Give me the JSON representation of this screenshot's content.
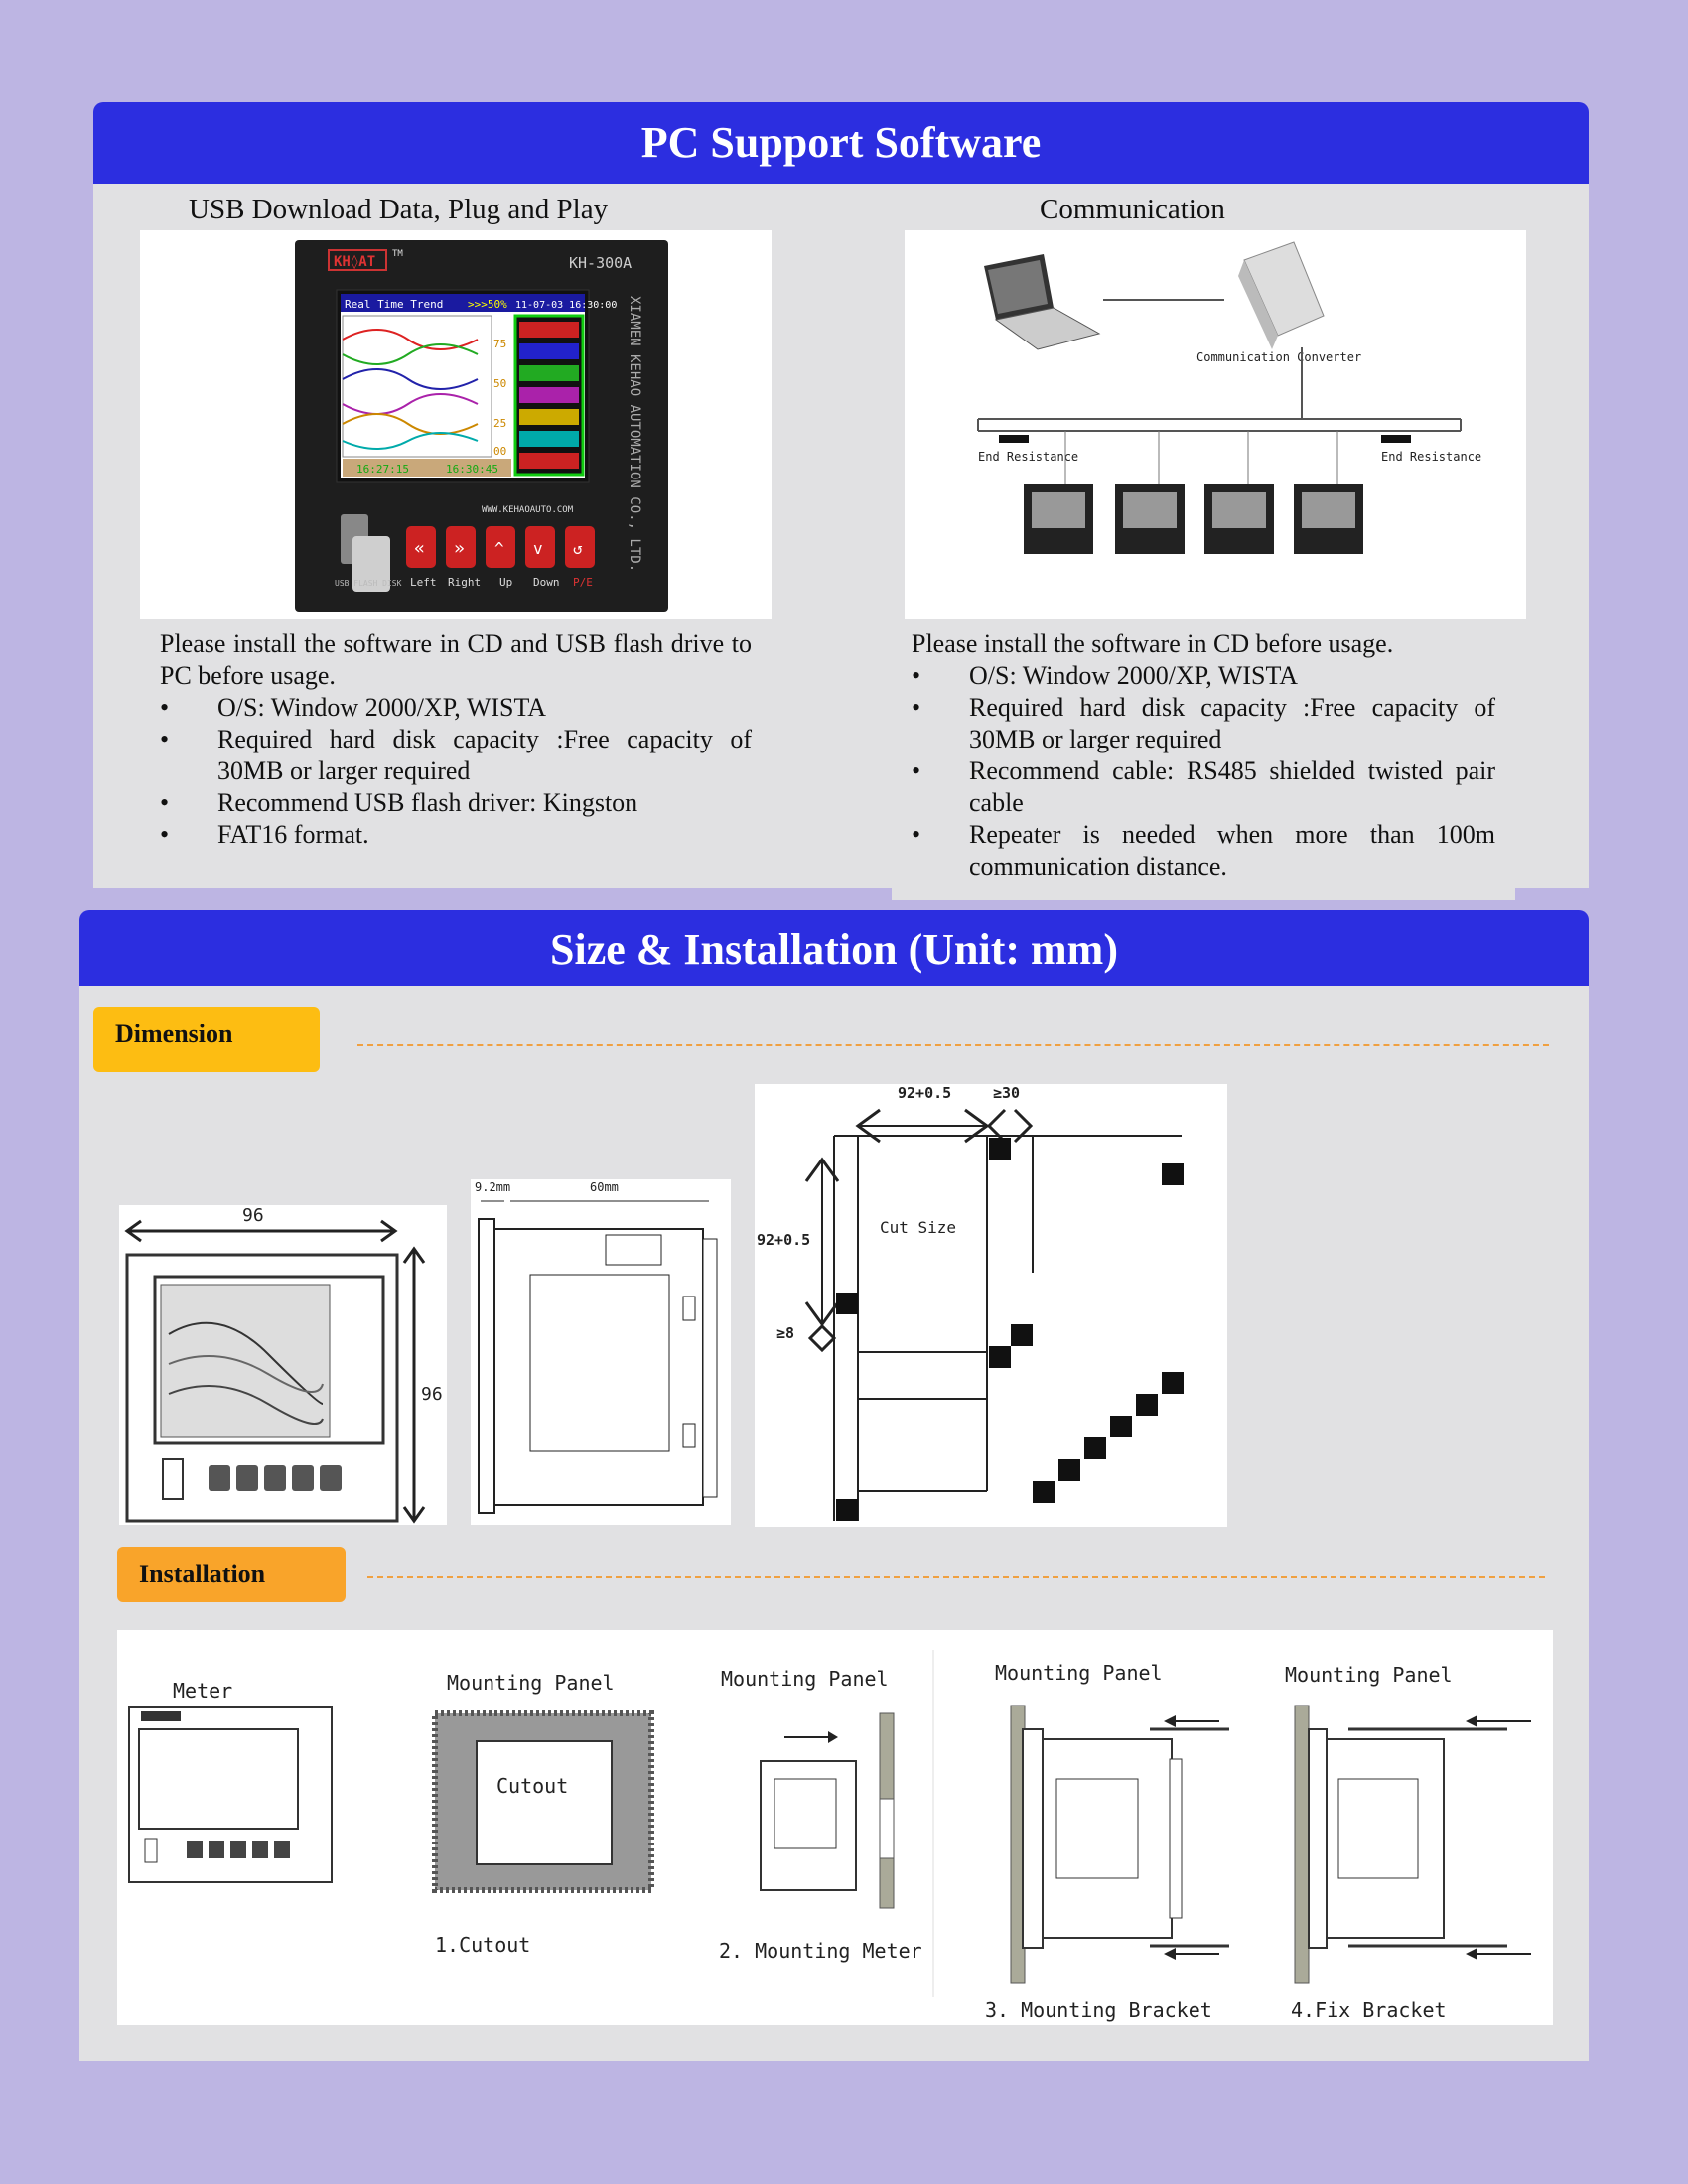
{
  "pc_section": {
    "title": "PC Support Software",
    "left": {
      "caption": "USB Download Data, Plug and Play",
      "intro": "Please install the software in CD and USB flash drive to PC before usage.",
      "bullets": [
        "O/S: Window 2000/XP, WISTA",
        "Required hard disk capacity :Free capacity of 30MB or larger required",
        "Recommend USB flash driver: Kingston",
        "FAT16 format."
      ],
      "device": {
        "brand": "KH◊AT",
        "tm": "TM",
        "model": "KH-300A",
        "screen_title": "Real Time Trend",
        "screen_pct": ">>>50%",
        "screen_time": "11-07-03 16:30:00",
        "scale": [
          "75",
          "50",
          "25",
          "00"
        ],
        "time_left": "16:27:15",
        "time_right": "16:30:45",
        "vertical_text": "XIAMEN KEHAO AUTOMATION CO., LTD.",
        "website": "WWW.KEHAOAUTO.COM",
        "usb_label": "USB FLASH DISK",
        "buttons": [
          "Left",
          "Right",
          "Up",
          "Down",
          "P/E"
        ]
      }
    },
    "right": {
      "caption": "Communication",
      "intro": "Please install the software in CD before usage.",
      "bullets": [
        "O/S: Window 2000/XP, WISTA",
        "Required hard disk capacity :Free capacity of 30MB or larger required",
        "Recommend cable: RS485 shielded twisted pair cable",
        "Repeater is needed when more than 100m communication distance."
      ],
      "diagram": {
        "converter_label": "Communication Converter",
        "end_left": "End Resistance",
        "end_right": "End Resistance"
      }
    }
  },
  "size_section": {
    "title": "Size & Installation (Unit: mm)",
    "dimension_tag": "Dimension",
    "installation_tag": "Installation",
    "front": {
      "width": "96",
      "height": "96"
    },
    "side": {
      "depth_a": "9.2mm",
      "depth_b": "60mm"
    },
    "cut": {
      "width": "92+0.5",
      "gap_h": "≥30",
      "height": "92+0.5",
      "gap_v": "≥8",
      "label": "Cut Size"
    },
    "steps": {
      "meter_label": "Meter",
      "panel_label": "Mounting Panel",
      "cutout_label": "Cutout",
      "step1": "1.Cutout",
      "step2": "2. Mounting Meter",
      "step3": "3.  Mounting Bracket",
      "step4": "4.Fix Bracket"
    }
  },
  "colors": {
    "background": "#bdb5e3",
    "header": "#2c2ee0",
    "panel": "#e1e1e3",
    "tag_dimension": "#fdbd12",
    "tag_installation": "#f9a42a"
  }
}
